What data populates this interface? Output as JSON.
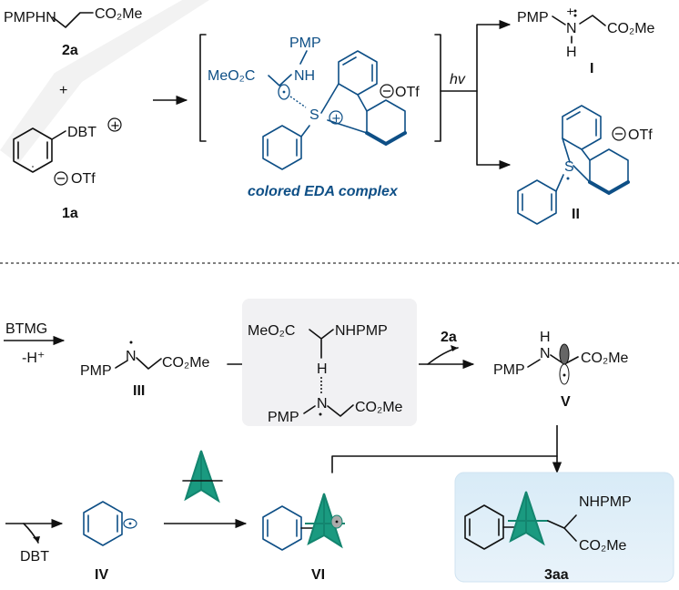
{
  "reactants": {
    "amine_formula": "PMPHN",
    "amine_ester": "CO₂Me",
    "amine_id": "2a",
    "plus": "+",
    "salt_group": "DBT",
    "salt_counterion": "OTf",
    "salt_id": "1a"
  },
  "eda": {
    "pmp": "PMP",
    "ester": "MeO₂C",
    "nh": "NH",
    "sulfur": "S",
    "counterion": "OTf",
    "caption": "colored EDA complex",
    "light": "hv"
  },
  "intermediates": {
    "I": {
      "pmp": "PMP",
      "n": "N",
      "h": "H",
      "ester": "CO₂Me",
      "id": "I"
    },
    "II": {
      "sulfur": "S",
      "counterion": "OTf",
      "id": "II"
    },
    "III": {
      "reagent": "BTMG",
      "loss": "-H⁺",
      "pmp": "PMP",
      "n": "N",
      "ester": "CO₂Me",
      "id": "III"
    },
    "hat": {
      "ester_top": "MeO₂C",
      "nhpmp": "NHPMP",
      "h": "H",
      "pmp": "PMP",
      "n": "N",
      "ester_bottom": "CO₂Me"
    },
    "V": {
      "release": "2a",
      "pmp": "PMP",
      "nh_n": "N",
      "nh_h": "H",
      "ester": "CO₂Me",
      "id": "V"
    },
    "IV": {
      "release": "DBT",
      "id": "IV"
    },
    "VI": {
      "id": "VI"
    },
    "product": {
      "nhpmp": "NHPMP",
      "ester": "CO₂Me",
      "id": "3aa"
    }
  }
}
